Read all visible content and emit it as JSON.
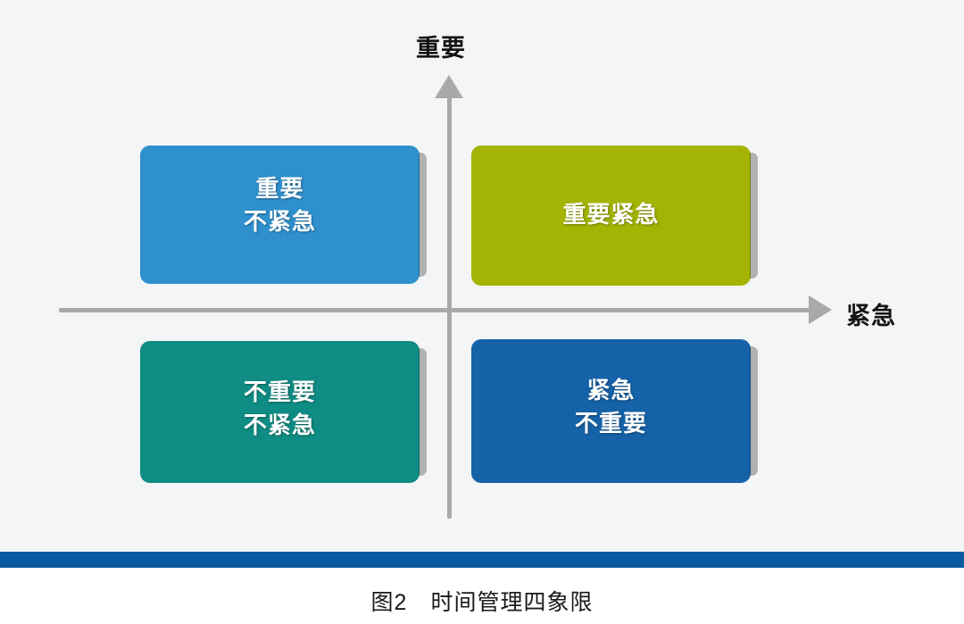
{
  "figure": {
    "caption": "图2　时间管理四象限",
    "background_color": "#f4f5f6",
    "rule_color": "#0b5ba3"
  },
  "axes": {
    "vertical": {
      "label": "重要",
      "name": "important-axis",
      "direction": "up",
      "color": "#a9a9a9"
    },
    "horizontal": {
      "label": "紧急",
      "name": "urgent-axis",
      "direction": "right",
      "color": "#a9a9a9"
    }
  },
  "quadrants": [
    {
      "id": "important-not-urgent",
      "position": "top-left",
      "color": "#2e90cc",
      "lines": [
        "重要",
        "不紧急"
      ]
    },
    {
      "id": "important-urgent",
      "position": "top-right",
      "color": "#a3b404",
      "lines": [
        "重要紧急"
      ]
    },
    {
      "id": "not-important-not-urgent",
      "position": "bottom-left",
      "color": "#0f8c83",
      "lines": [
        "不重要",
        "不紧急"
      ]
    },
    {
      "id": "urgent-not-important",
      "position": "bottom-right",
      "color": "#1562a8",
      "lines": [
        "紧急",
        "不重要"
      ]
    }
  ]
}
